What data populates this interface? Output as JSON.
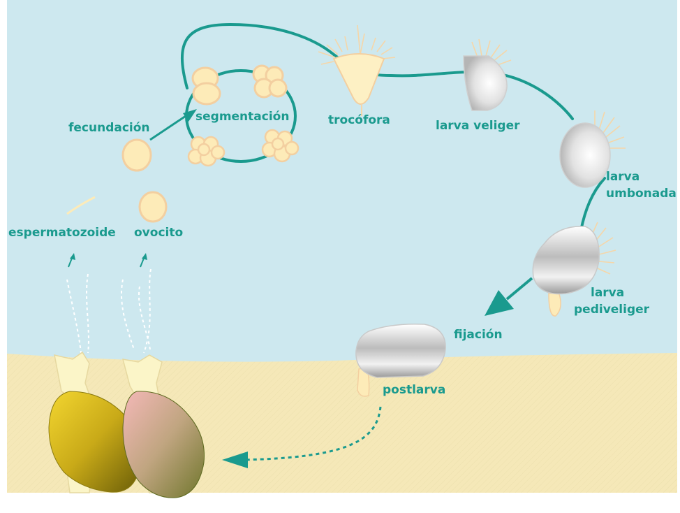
{
  "labels": {
    "fecundacion": "fecundación",
    "segmentacion": "segmentación",
    "trocofora": "trocófora",
    "larva_veliger": "larva veliger",
    "larva_umbonada_1": "larva",
    "larva_umbonada_2": "umbonada",
    "larva_pediveliger_1": "larva",
    "larva_pediveliger_2": "pediveliger",
    "fijacion": "fijación",
    "postlarva": "postlarva",
    "espermatozoide": "espermatozoide",
    "ovocito": "ovocito"
  },
  "colors": {
    "water": "#cde8ef",
    "sand": "#f5e8b8",
    "arrow": "#1a9a8e",
    "cell_fill": "#fdebb8",
    "cell_stroke": "#f3cfa0"
  }
}
